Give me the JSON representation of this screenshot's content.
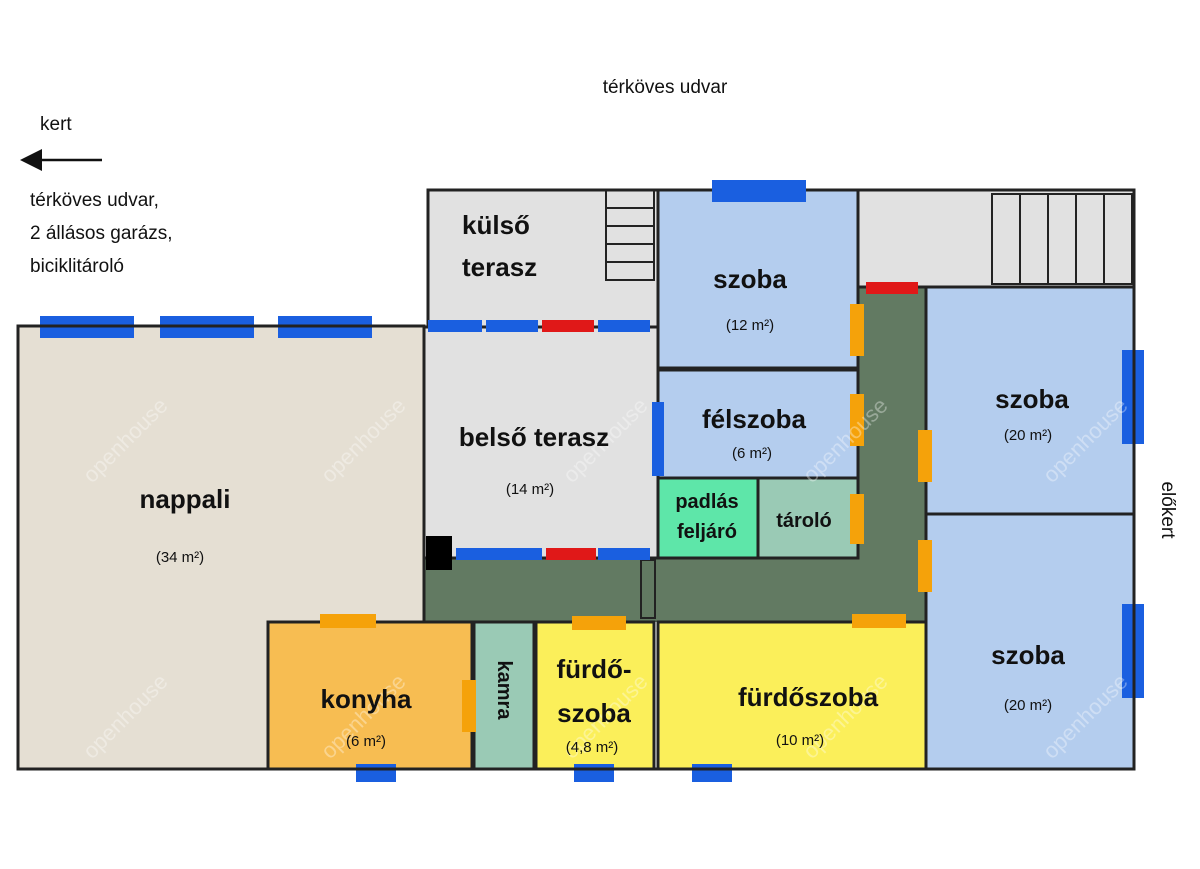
{
  "labels": {
    "top_courtyard": "térköves udvar",
    "garden": "kert",
    "left_note_1": "térköves udvar,",
    "left_note_2": "2 állásos garázs,",
    "left_note_3": "biciklitároló",
    "front_garden": "előkert"
  },
  "rooms": {
    "kulso_terasz": {
      "line1": "külső",
      "line2": "terasz"
    },
    "szoba_top": {
      "name": "szoba",
      "area": "(12 m²)"
    },
    "felszoba": {
      "name": "félszoba",
      "area": "(6 m²)"
    },
    "padlas": {
      "line1": "padlás",
      "line2": "feljáró"
    },
    "tarolo": {
      "name": "tároló"
    },
    "belso_terasz": {
      "name": "belső terasz",
      "area": "(14 m²)"
    },
    "nappali": {
      "name": "nappali",
      "area": "(34 m²)"
    },
    "szoba_right_top": {
      "name": "szoba",
      "area": "(20 m²)"
    },
    "szoba_right_bottom": {
      "name": "szoba",
      "area": "(20 m²)"
    },
    "konyha": {
      "name": "konyha",
      "area": "(6 m²)"
    },
    "kamra": {
      "name": "kamra"
    },
    "furdo_small": {
      "line1": "fürdő-",
      "line2": "szoba",
      "area": "(4,8 m²)"
    },
    "furdoszoba": {
      "name": "fürdőszoba",
      "area": "(10 m²)"
    }
  },
  "watermark": "openhouse",
  "colors": {
    "window": "#1a5fe0",
    "door_red": "#e01818",
    "door_orange": "#f5a20a",
    "corridor": "#627a62",
    "nappali": "#e5dfd3",
    "terrace": "#e1e1e1",
    "bedroom": "#b4cdee",
    "kitchen": "#f7bd52",
    "bath": "#fbef5a",
    "storage": "#9acab5",
    "attic": "#5ee6a9"
  }
}
